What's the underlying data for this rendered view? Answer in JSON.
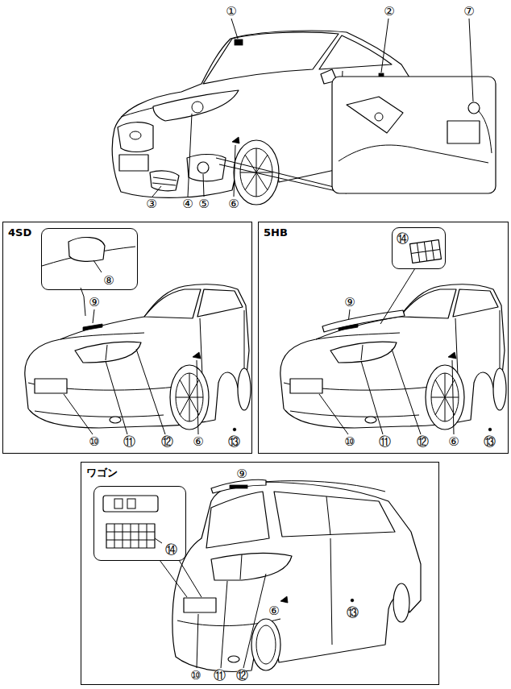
{
  "diagram": {
    "nodes": [
      {
        "text": [
          "4SD"
        ]
      },
      {
        "text": [
          "⑧"
        ],
        "in": 0
      },
      {
        "text": [
          "5HB"
        ]
      },
      {
        "text": [
          "⑭"
        ],
        "in": 2
      },
      {
        "text": [
          "ワゴン"
        ]
      },
      {
        "text": [
          "⑭"
        ],
        "in": 4
      }
    ],
    "labels": [
      "①",
      "②",
      "③",
      "④",
      "⑤",
      "⑥",
      "⑦",
      "⑨",
      "⑩",
      "⑪",
      "⑫",
      "⑥",
      "⑬",
      "⑨",
      "⑩",
      "⑪",
      "⑫",
      "⑥",
      "⑬",
      "⑨",
      "⑩",
      "⑪",
      "⑫",
      "⑥",
      "⑬"
    ]
  }
}
